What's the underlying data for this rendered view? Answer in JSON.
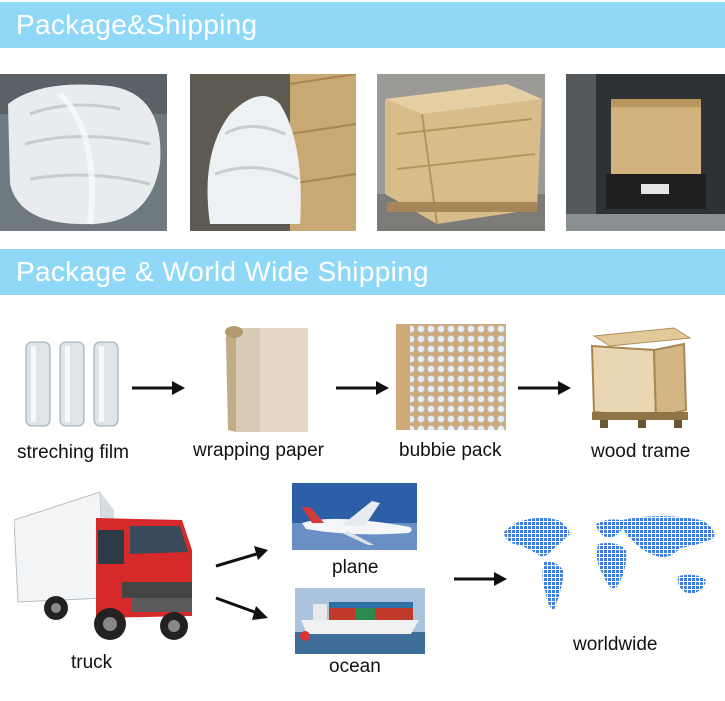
{
  "header1": {
    "title": "Package&Shipping"
  },
  "header2": {
    "title": "Package & World Wide Shipping"
  },
  "packaging": [
    {
      "label": "streching film"
    },
    {
      "label": "wrapping paper"
    },
    {
      "label": "bubbie pack"
    },
    {
      "label": "wood trame"
    }
  ],
  "shipping": {
    "truck": "truck",
    "plane": "plane",
    "ocean": "ocean",
    "worldwide": "worldwide"
  },
  "colors": {
    "banner": "#8fd8f8",
    "truck_cab": "#d62a2a",
    "map": "#3f7fe0"
  }
}
